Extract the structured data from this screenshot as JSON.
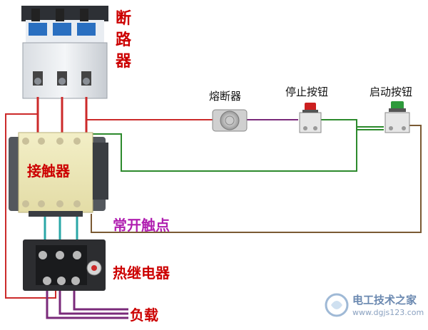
{
  "labels": {
    "breaker": "断\n路\n器",
    "fuse": "熔断器",
    "stop_button": "停止按钮",
    "start_button": "启动按钮",
    "contactor": "接触器",
    "no_contact": "常开触点",
    "thermal_relay": "热继电器",
    "load": "负载"
  },
  "watermark": {
    "name": "电工技术之家",
    "url": "www.dgjs123.com"
  },
  "colors": {
    "wire_red": "#cc2a2a",
    "wire_purple": "#7a2a7a",
    "wire_green": "#2d8a2d",
    "wire_brown": "#7a5a33",
    "label_red": "#cc0000"
  }
}
